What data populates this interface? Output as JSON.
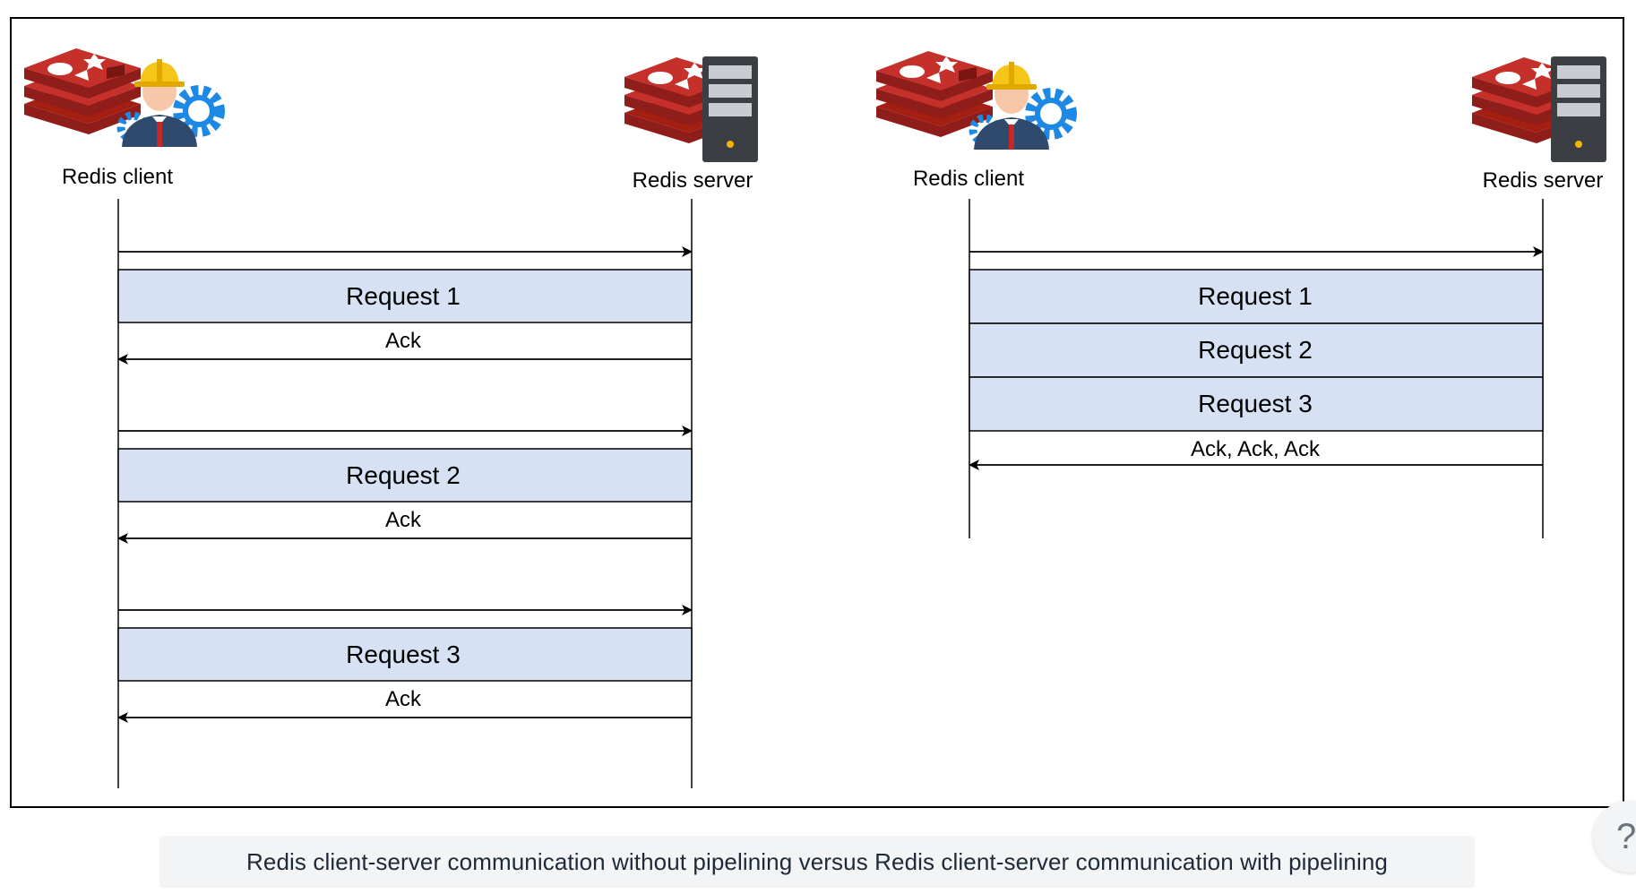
{
  "left_panel": {
    "client_label": "Redis client",
    "server_label": "Redis server",
    "requests": [
      "Request 1",
      "Request 2",
      "Request 3"
    ],
    "acks": [
      "Ack",
      "Ack",
      "Ack"
    ]
  },
  "right_panel": {
    "client_label": "Redis client",
    "server_label": "Redis server",
    "requests": [
      "Request 1",
      "Request 2",
      "Request 3"
    ],
    "ack": "Ack, Ack, Ack"
  },
  "caption": "Redis client-server communication without pipelining versus Redis client-server communication with pipelining",
  "help_button": {
    "label": "?"
  },
  "colors": {
    "request_fill": "#d6e2f3",
    "redis_red": "#c6302b",
    "redis_dark": "#8f1d1a",
    "server_case": "#3b3f44",
    "gear_blue": "#1e88e5",
    "helmet_yellow": "#f5c518"
  }
}
